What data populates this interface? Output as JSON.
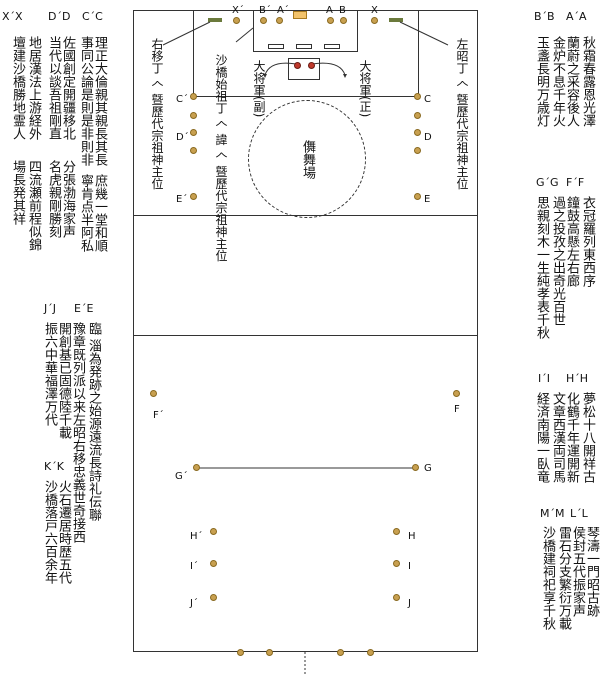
{
  "hall": {
    "dance_area": "儛舞場",
    "altar_left": "右移丁 𠆢 曁歷代宗祖神主位",
    "altar_right": "左昭丁 𠆢 曁歷代宗祖神主位",
    "altar_center": "沙橋始祖丁 𠆢 諱 𠆢 曁歷代宗祖神主位",
    "general_main": "大将軍(正)",
    "general_vice": "大将軍(副)",
    "marks": {
      "A": "A",
      "Ap": "A´",
      "B": "B",
      "Bp": "B´",
      "X": "X",
      "Xp": "X´",
      "C": "C",
      "Cp": "C´",
      "D": "D",
      "Dp": "D´",
      "E": "E",
      "Ep": "E´",
      "F": "F",
      "Fp": "F´",
      "G": "G",
      "Gp": "G´",
      "H": "H",
      "Hp": "H´",
      "I": "I",
      "Ip": "I´",
      "J": "J",
      "Jp": "J´"
    }
  },
  "left_groups": {
    "g1": {
      "labels": [
        "X´X",
        "D´D",
        "C´C"
      ],
      "cols": [
        "理正大倫親其親長其長",
        "事同公論是則是非則非",
        "佐國創定開疆移北",
        "当代以談吾祖剛直",
        "地居漢法上游経外",
        "壇建沙橋勝地霊人"
      ],
      "cols2": [
        "庶幾一堂和順",
        "寧肯点半阿私",
        "分張渤海家声",
        "名虎親剛勝刻",
        "四流瀬前程似錦",
        "場長発其祥"
      ]
    },
    "g2": {
      "labels": [
        "J´J",
        "E´E"
      ],
      "cols": [
        "臨 淄為発跡之始源遠流長詩礼伝聯",
        "豫章既列派以来左昭右移忠義世奇接西",
        "開創基已固德陸千載",
        "振六中華福澤万代"
      ]
    },
    "g3": {
      "labels": [
        "K´K"
      ],
      "cols": [
        "火石遷居時歴五代",
        "沙橋落戸六百余年"
      ]
    }
  },
  "right_groups": {
    "g1": {
      "labels": [
        "B´B",
        "A´A"
      ],
      "cols": [
        "秋霜春露恩光澤",
        "蘭蔚之采容後人",
        "金炉不息千年火",
        "玉盞長明万歳灯"
      ]
    },
    "g2": {
      "labels": [
        "G´G",
        "F´F"
      ],
      "cols": [
        "衣冠羅列東西序",
        "鐘鼓高懸左右廊",
        "過之投孜之出奇光百世",
        "思親刻木一生純孝表千秋"
      ]
    },
    "g3": {
      "labels": [
        "I´I",
        "H´H"
      ],
      "cols": [
        "夢松十八開祥古",
        "化鶴千年運開新",
        "文章西漢両司馬",
        "経済南陽一臥竜"
      ]
    },
    "g4": {
      "labels": [
        "M´M",
        "L´L"
      ],
      "cols": [
        "琴濤一門昭古跡",
        "侯封五代振家声",
        "雷石分支繁衍万載",
        "沙橋建祠祀享千秋"
      ]
    }
  }
}
